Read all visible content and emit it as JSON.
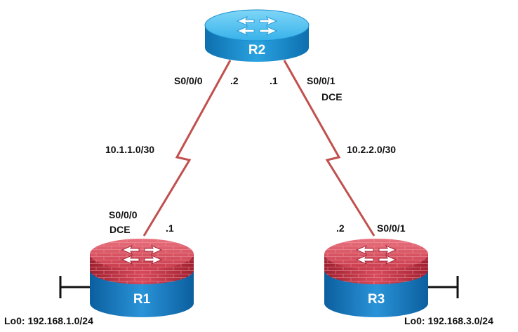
{
  "colors": {
    "link": "#c0504d",
    "r2_top": "#4fc3f7",
    "r2_body": "#1690d0",
    "r1r3_top": "#d9495a",
    "r1r3_body": "#1d7fc6",
    "loopback": "#111111"
  },
  "routers": {
    "r1": {
      "name": "R1",
      "loopback": "Lo0: 192.168.1.0/24"
    },
    "r2": {
      "name": "R2"
    },
    "r3": {
      "name": "R3",
      "loopback": "Lo0: 192.168.3.0/24"
    }
  },
  "links": {
    "r1_r2": {
      "network": "10.1.1.0/30",
      "r2_iface": "S0/0/0",
      "r2_host": ".2",
      "r1_iface": "S0/0/0",
      "r1_dce": "DCE",
      "r1_host": ".1"
    },
    "r2_r3": {
      "network": "10.2.2.0/30",
      "r2_iface": "S0/0/1",
      "r2_dce": "DCE",
      "r2_host": ".1",
      "r3_iface": "S0/0/1",
      "r3_host": ".2"
    }
  }
}
